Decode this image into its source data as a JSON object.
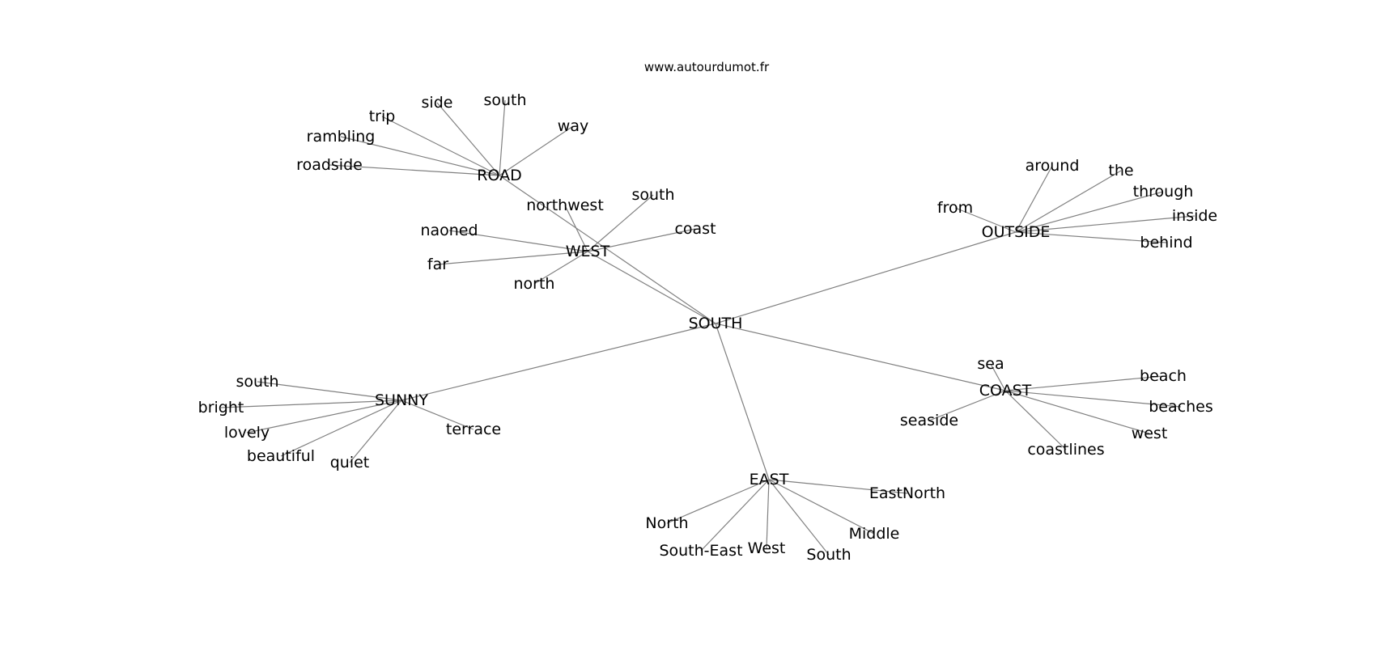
{
  "site": "www.autourdumot.fr",
  "edge_color": "#808080",
  "text_color": "#000000",
  "root": "SOUTH",
  "clusters": [
    {
      "hub": "ROAD",
      "words": [
        "roadside",
        "rambling",
        "trip",
        "side",
        "south",
        "way"
      ]
    },
    {
      "hub": "WEST",
      "words": [
        "naoned",
        "far",
        "north",
        "northwest",
        "south",
        "coast"
      ]
    },
    {
      "hub": "OUTSIDE",
      "words": [
        "from",
        "around",
        "the",
        "through",
        "inside",
        "behind"
      ]
    },
    {
      "hub": "SUNNY",
      "words": [
        "south",
        "bright",
        "lovely",
        "beautiful",
        "quiet",
        "terrace"
      ]
    },
    {
      "hub": "COAST",
      "words": [
        "sea",
        "beach",
        "beaches",
        "west",
        "coastlines",
        "seaside"
      ]
    },
    {
      "hub": "EAST",
      "words": [
        "EastNorth",
        "Middle",
        "South",
        "West",
        "South-East",
        "North"
      ]
    }
  ]
}
